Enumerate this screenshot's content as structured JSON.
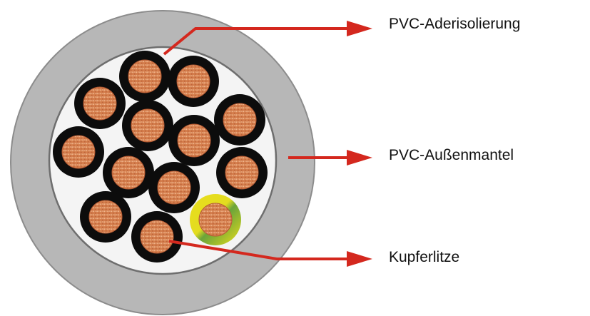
{
  "labels": {
    "core_insulation": "PVC-Aderisolierung",
    "outer_sheath": "PVC-Außenmantel",
    "copper_strand": "Kupferlitze"
  },
  "colors": {
    "outer_sheath": "#b7b7b7",
    "sheath_edge": "#8c8c8c",
    "filler": "#f4f4f4",
    "core_insulation": "#0c0c0c",
    "earth_yellow": "#e9de1c",
    "earth_green": "#6aa33a",
    "copper": "#d47e4c",
    "copper_highlight": "#f0b48c",
    "arrow": "#d4281e",
    "text": "#111111"
  },
  "cable": {
    "core_count": 13,
    "earth_core_count": 1
  }
}
